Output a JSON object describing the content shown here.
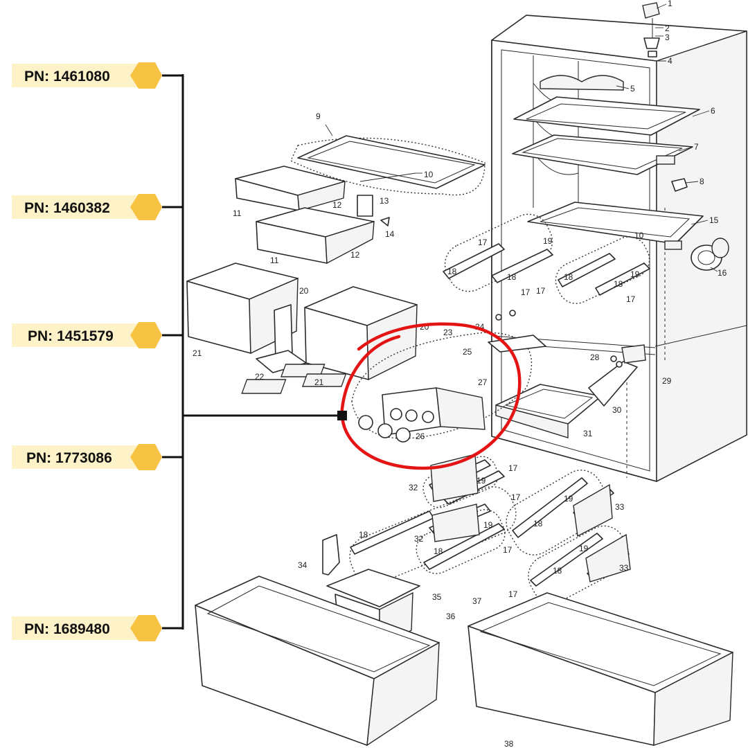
{
  "part_numbers": [
    {
      "label": "PN: 1461080"
    },
    {
      "label": "PN: 1460382"
    },
    {
      "label": "PN: 1451579"
    },
    {
      "label": "PN: 1773086"
    },
    {
      "label": "PN: 1689480"
    }
  ],
  "callouts": [
    "1",
    "2",
    "3",
    "4",
    "5",
    "6",
    "7",
    "8",
    "9",
    "10",
    "11",
    "12",
    "13",
    "14",
    "15",
    "16",
    "17",
    "18",
    "19",
    "20",
    "21",
    "22",
    "23",
    "24",
    "25",
    "26",
    "27",
    "28",
    "29",
    "30",
    "31",
    "32",
    "33",
    "34",
    "35",
    "36",
    "37",
    "38"
  ],
  "colors": {
    "tag_background": "#fdf2c8",
    "tag_arrow": "#f6c343",
    "highlight": "#e41414",
    "line": "#111111"
  }
}
